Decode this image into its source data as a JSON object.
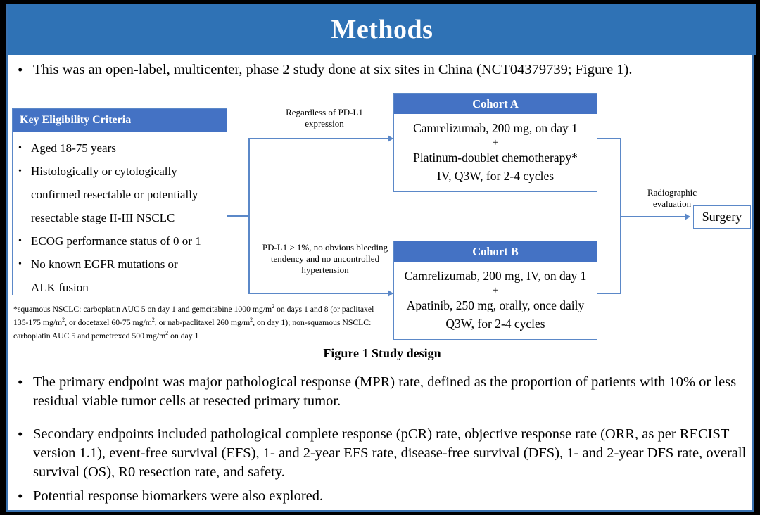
{
  "slide": {
    "title": "Methods",
    "title_band_color": "#2f72b5",
    "accent_color": "#4472c4",
    "border_color": "#3a72b0"
  },
  "lead_bullet": {
    "marker": "•",
    "text": "This was an open-label, multicenter, phase 2 study done at six sites in China (NCT04379739; Figure 1)."
  },
  "figure": {
    "caption": "Figure 1 Study design",
    "eligibility": {
      "header": "Key  Eligibility Criteria",
      "marker": "•",
      "items": [
        "Aged 18-75 years",
        "Histologically or cytologically",
        "confirmed resectable or potentially",
        "resectable stage II-III  NSCLC",
        "ECOG performance status of 0 or 1",
        "No known EGFR mutations or",
        "ALK fusion"
      ],
      "item_has_bullet": [
        true,
        true,
        false,
        false,
        true,
        true,
        false
      ]
    },
    "footnote": "*squamous NSCLC: carboplatin AUC 5 on day 1 and gemcitabine 1000 mg/m2 on days 1 and 8 (or paclitaxel 135-175 mg/m2, or docetaxel 60-75 mg/m2, or nab-paclitaxel 260 mg/m2, on day 1); non-squamous NSCLC: carboplatin AUC 5 and pemetrexed 500 mg/m2 on day 1",
    "connector_labels": {
      "regardless": "Regardless  of PD-L1 expression",
      "pdl1": "PD-L1 ≥ 1%, no obvious bleeding tendency  and no uncontrolled  hypertension",
      "radiographic": "Radiographic evaluation"
    },
    "cohort_a": {
      "header": "Cohort A",
      "line1": "Camrelizumab, 200 mg, on day 1",
      "plus": "+",
      "line2": "Platinum-doublet chemotherapy*",
      "line3": "IV, Q3W, for 2-4 cycles"
    },
    "cohort_b": {
      "header": "Cohort B",
      "line1": "Camrelizumab, 200 mg, IV, on day 1",
      "plus": "+",
      "line2": "Apatinib, 250 mg, orally, once daily",
      "line3": "Q3W, for 2-4 cycles"
    },
    "surgery": {
      "label": "Surgery"
    }
  },
  "bullets": {
    "marker": "•",
    "primary": "The primary endpoint was major pathological response (MPR) rate, defined as the proportion of patients with 10% or less residual viable tumor cells at resected primary tumor.",
    "secondary": "Secondary endpoints included pathological complete response (pCR) rate, objective response rate (ORR, as per RECIST version 1.1), event-free survival (EFS), 1- and 2-year EFS rate, disease-free survival (DFS), 1- and 2-year DFS rate, overall survival (OS), R0 resection rate, and safety.",
    "biomarker": "Potential response biomarkers were also explored."
  }
}
